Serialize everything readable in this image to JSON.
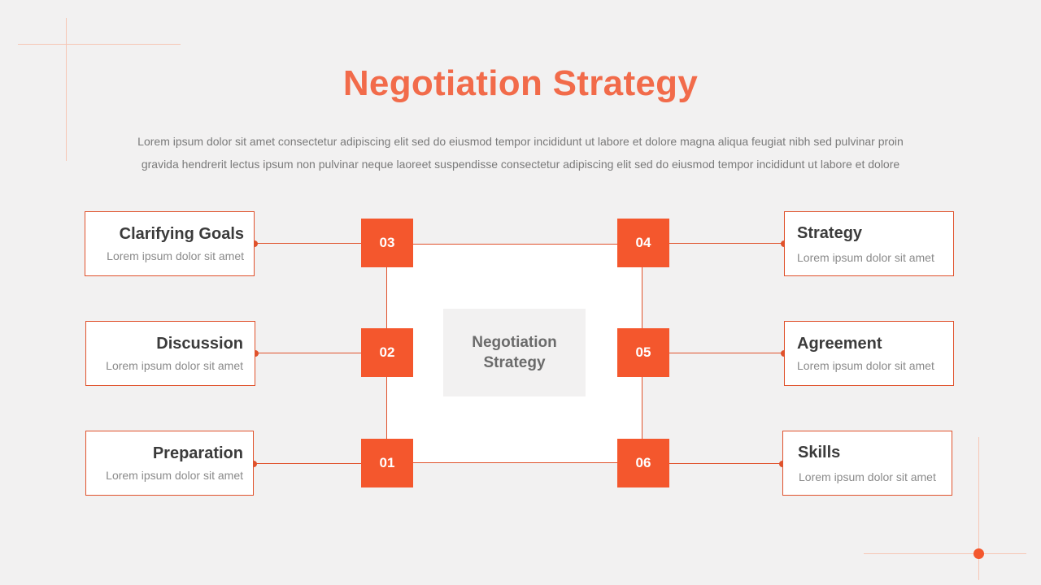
{
  "header": {
    "title": "Negotiation Strategy",
    "subtitle_line1": "Lorem ipsum dolor sit amet consectetur adipiscing elit sed do  eiusmod tempor incididunt ut labore et dolore magna aliqua feugiat nibh sed pulvinar proin",
    "subtitle_line2": "gravida hendrerit lectus  ipsum non pulvinar neque laoreet suspendisse consectetur adipiscing elit sed do  eiusmod tempor incididunt ut labore et dolore"
  },
  "center": {
    "line1": "Negotiation",
    "line2": "Strategy"
  },
  "steps": [
    {
      "num": "01",
      "title": "Preparation",
      "desc": "Lorem ipsum dolor sit amet"
    },
    {
      "num": "02",
      "title": "Discussion",
      "desc": "Lorem ipsum dolor sit amet"
    },
    {
      "num": "03",
      "title": "Clarifying Goals",
      "desc": "Lorem ipsum dolor sit amet"
    },
    {
      "num": "04",
      "title": "Strategy",
      "desc": "Lorem ipsum dolor sit amet"
    },
    {
      "num": "05",
      "title": "Agreement",
      "desc": "Lorem ipsum dolor sit amet"
    },
    {
      "num": "06",
      "title": "Skills",
      "desc": "Lorem ipsum dolor sit amet"
    }
  ],
  "colors": {
    "accent": "#f4572d",
    "title": "#f26b4a",
    "background": "#f2f1f1"
  }
}
